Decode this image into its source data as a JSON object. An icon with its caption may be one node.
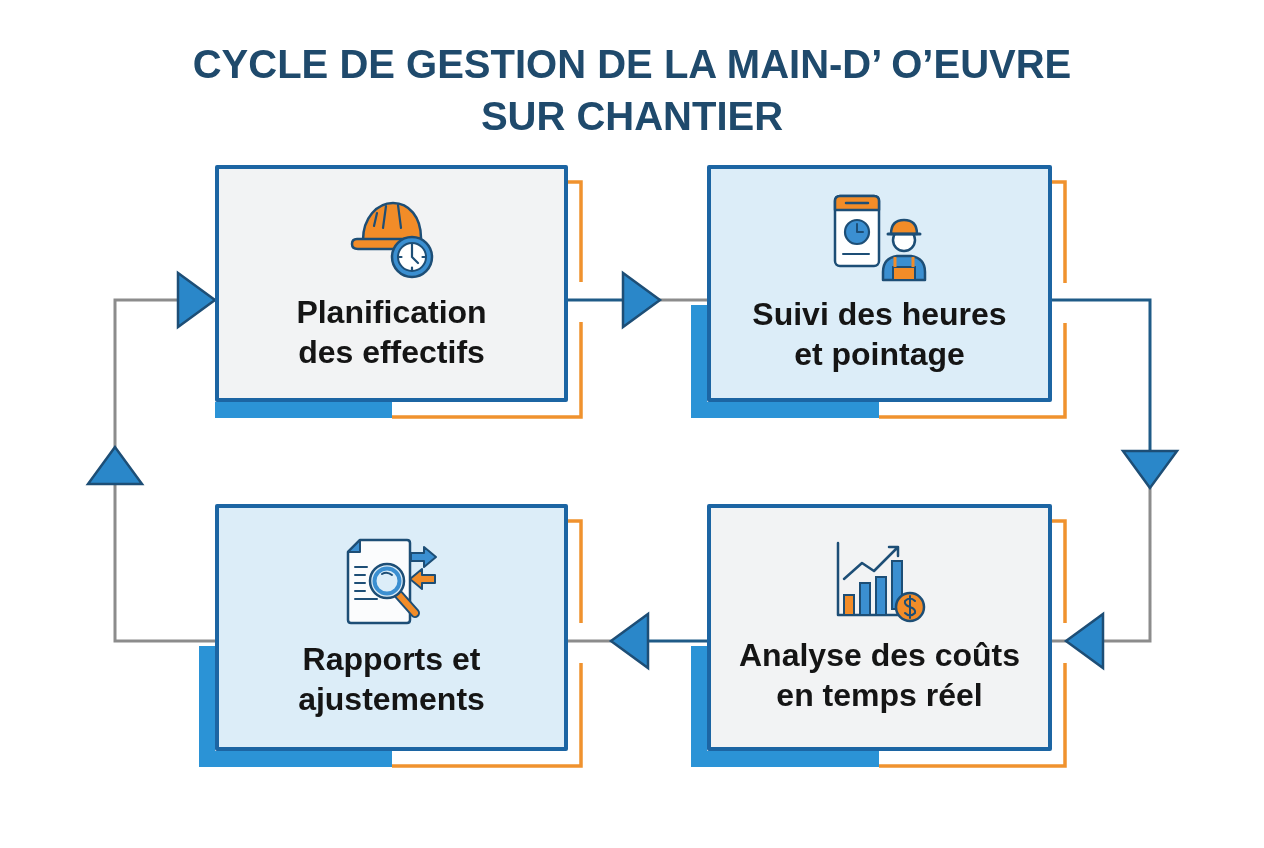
{
  "diagram": {
    "title": "CYCLE DE GESTION DE LA MAIN-D’ O’EUVRE SUR CHANTIER",
    "nodes": [
      {
        "text": [
          "Planification des effectifs"
        ]
      },
      {
        "text": [
          "Suivi des heures et pointage"
        ]
      },
      {
        "text": [
          "Rapports et ajustements"
        ]
      },
      {
        "text": [
          "Analyse des coûts en temps réel"
        ]
      }
    ],
    "edges": [
      {
        "from": 0,
        "to": 1,
        "arrow": "to"
      },
      {
        "from": 1,
        "to": 3,
        "arrow": "to"
      },
      {
        "from": 3,
        "to": 2,
        "arrow": "to"
      },
      {
        "from": 2,
        "to": 0,
        "arrow": "to"
      }
    ]
  }
}
